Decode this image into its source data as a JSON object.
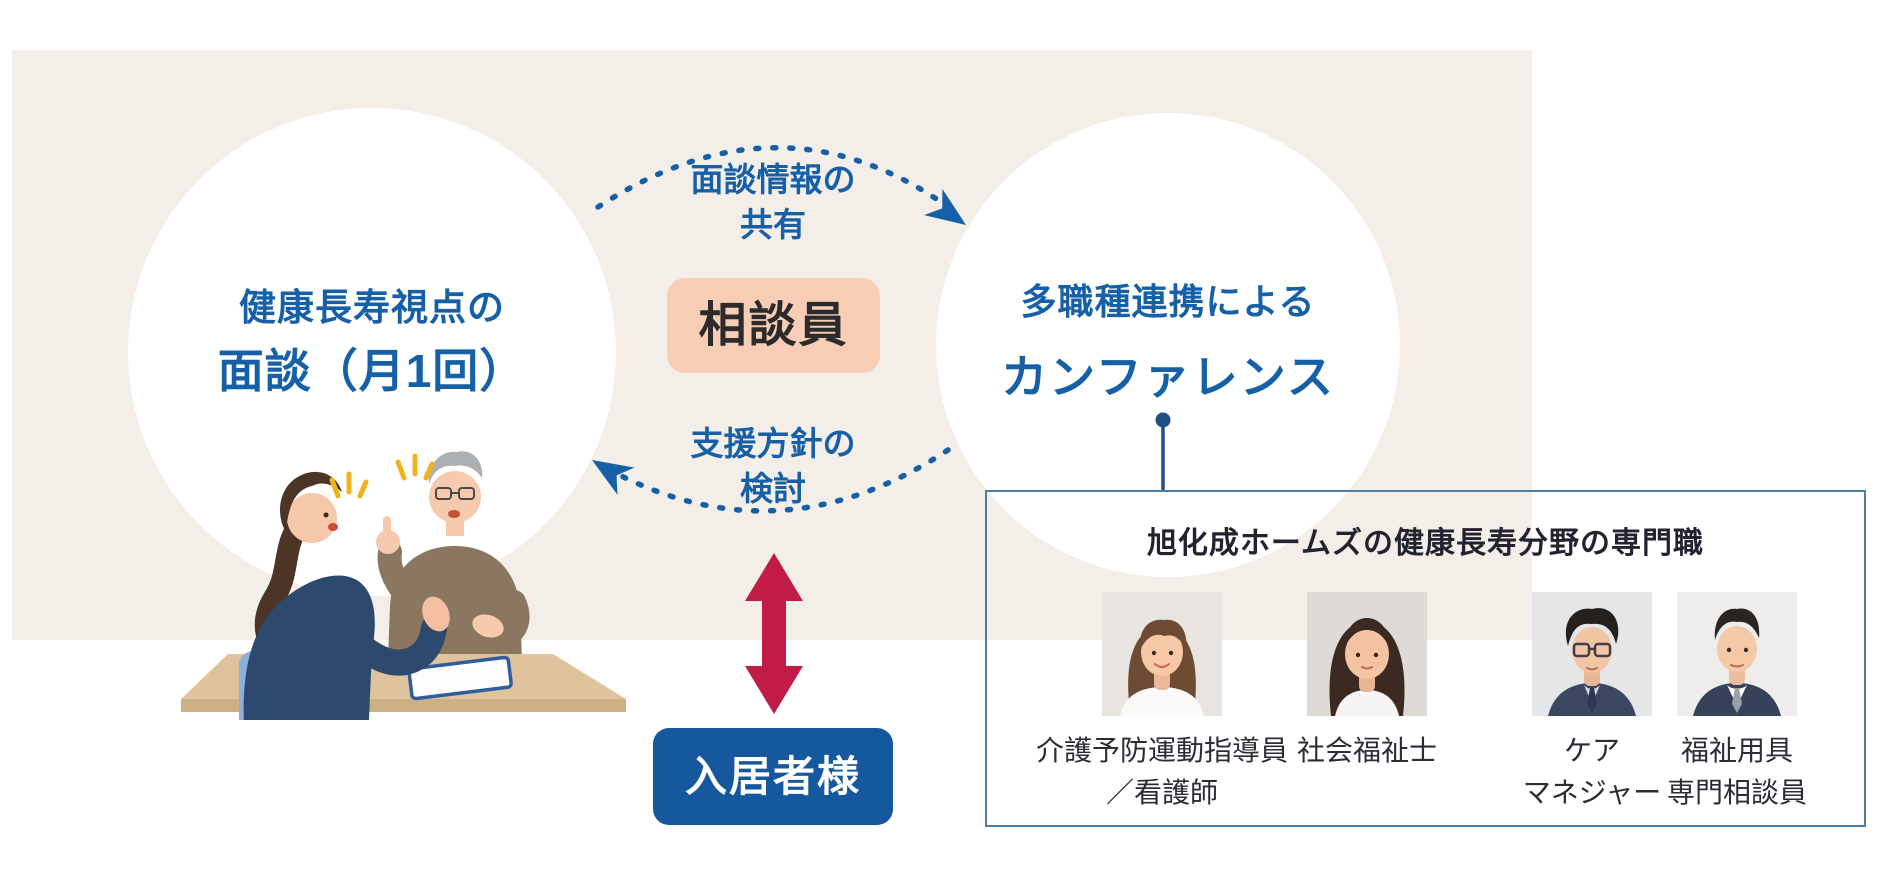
{
  "left_bubble": {
    "line1": "健康長寿視点の",
    "line2": "面談（月1回）"
  },
  "right_bubble": {
    "line1": "多職種連携による",
    "line2": "カンファレンス"
  },
  "cycle": {
    "top_line1": "面談情報の",
    "top_line2": "共有",
    "consultant_label": "相談員",
    "bottom_line1": "支援方針の",
    "bottom_line2": "検討"
  },
  "resident_label": "入居者様",
  "specialist_panel": {
    "title": "旭化成ホームズの健康長寿分野の専門職",
    "members": [
      {
        "line1": "介護予防運動指導員",
        "line2": "／看護師",
        "photo": "female-care-prevention-instructor-photo"
      },
      {
        "line1": "社会福祉士",
        "line2": "",
        "photo": "female-social-worker-photo"
      },
      {
        "line1": "ケア",
        "line2": "マネジャー",
        "photo": "male-care-manager-photo"
      },
      {
        "line1": "福祉用具",
        "line2": "専門相談員",
        "photo": "male-equipment-consultant-photo"
      }
    ]
  },
  "icons": {
    "top_arrow": "dotted-arc-arrow-right-icon",
    "bottom_arrow": "dotted-arc-arrow-left-icon",
    "resident_arrow": "red-double-headed-vertical-arrow-icon",
    "connector": "line-with-dot-connector",
    "illustration": "consultant-interviewing-senior-resident-illustration"
  },
  "colors": {
    "accent_blue": "#1660a8",
    "deep_blue_box": "#15589d",
    "peach_box": "#f7cdb6",
    "crimson_arrow": "#c11c45",
    "panel_beige": "#f4eee9",
    "spec_box_border": "#4a7dab",
    "connector_navy": "#204f86"
  }
}
